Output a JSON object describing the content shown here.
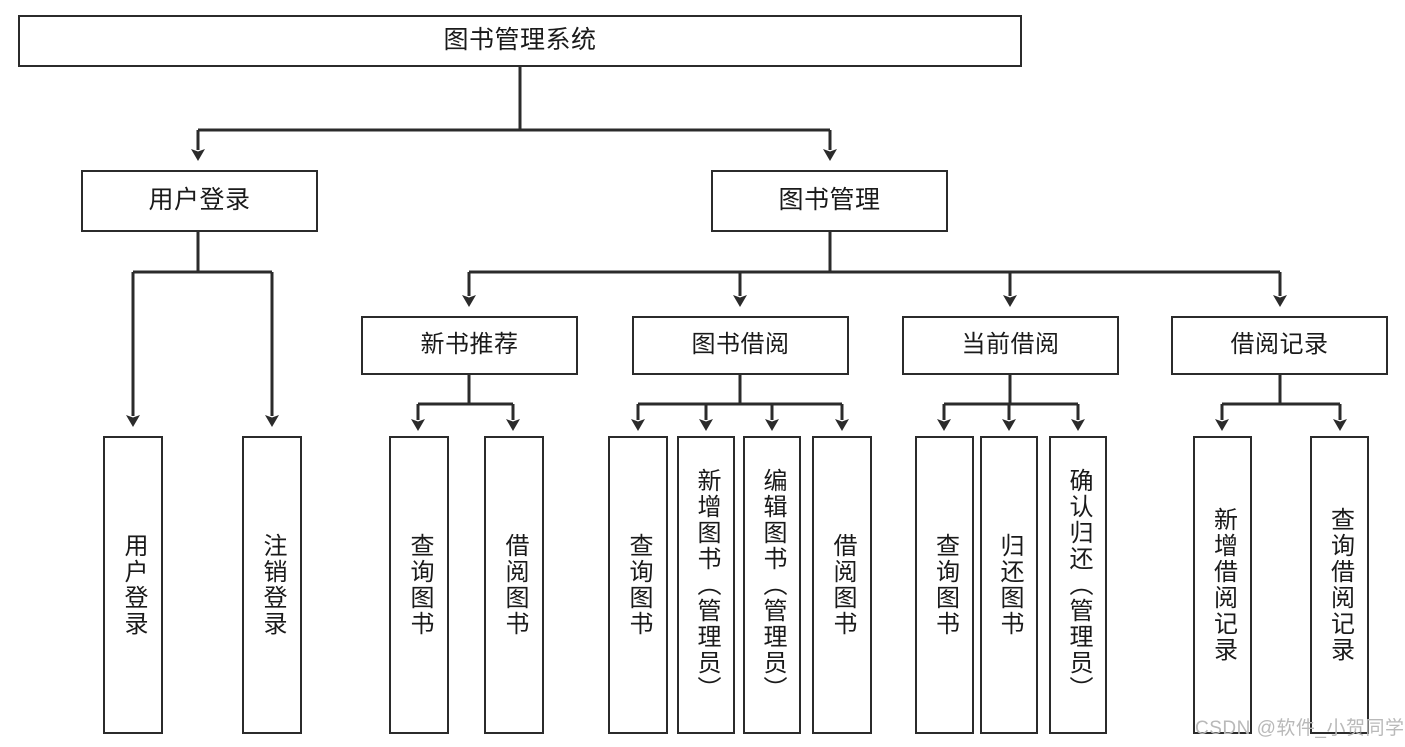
{
  "diagram": {
    "type": "tree-hierarchy",
    "title": "图书管理系统",
    "root": {
      "id": "root",
      "label": "图书管理系统",
      "level": 1
    },
    "level2": [
      {
        "id": "user-login",
        "label": "用户登录",
        "level": 2
      },
      {
        "id": "book-management",
        "label": "图书管理",
        "level": 2
      }
    ],
    "level3": [
      {
        "id": "new-book-recommend",
        "label": "新书推荐",
        "level": 3,
        "parent": "book-management"
      },
      {
        "id": "book-borrow",
        "label": "图书借阅",
        "level": 3,
        "parent": "book-management"
      },
      {
        "id": "current-borrow",
        "label": "当前借阅",
        "level": 3,
        "parent": "book-management"
      },
      {
        "id": "borrow-record",
        "label": "借阅记录",
        "level": 3,
        "parent": "book-management"
      }
    ],
    "leaves": [
      {
        "id": "leaf-user-login",
        "label": "用户登录",
        "parent": "user-login"
      },
      {
        "id": "leaf-user-logout",
        "label": "注销登录",
        "parent": "user-login"
      },
      {
        "id": "leaf-query-book-1",
        "label": "查询图书",
        "parent": "new-book-recommend"
      },
      {
        "id": "leaf-borrow-book-1",
        "label": "借阅图书",
        "parent": "new-book-recommend"
      },
      {
        "id": "leaf-query-book-2",
        "label": "查询图书",
        "parent": "book-borrow"
      },
      {
        "id": "leaf-add-book",
        "label": "新增图书（管理员）",
        "parent": "book-borrow"
      },
      {
        "id": "leaf-edit-book",
        "label": "编辑图书（管理员）",
        "parent": "book-borrow"
      },
      {
        "id": "leaf-borrow-book-2",
        "label": "借阅图书",
        "parent": "book-borrow"
      },
      {
        "id": "leaf-query-book-3",
        "label": "查询图书",
        "parent": "current-borrow"
      },
      {
        "id": "leaf-return-book",
        "label": "归还图书",
        "parent": "current-borrow"
      },
      {
        "id": "leaf-confirm-return",
        "label": "确认归还（管理员）",
        "parent": "current-borrow"
      },
      {
        "id": "leaf-add-record",
        "label": "新增借阅记录",
        "parent": "borrow-record"
      },
      {
        "id": "leaf-query-record",
        "label": "查询借阅记录",
        "parent": "borrow-record"
      }
    ],
    "colors": {
      "stroke": "#2b2b2b",
      "fill": "#ffffff",
      "text": "#1a1a1a",
      "watermark": "#b9b9b9"
    }
  },
  "watermark": {
    "text": "CSDN @软件_小贺同学"
  }
}
